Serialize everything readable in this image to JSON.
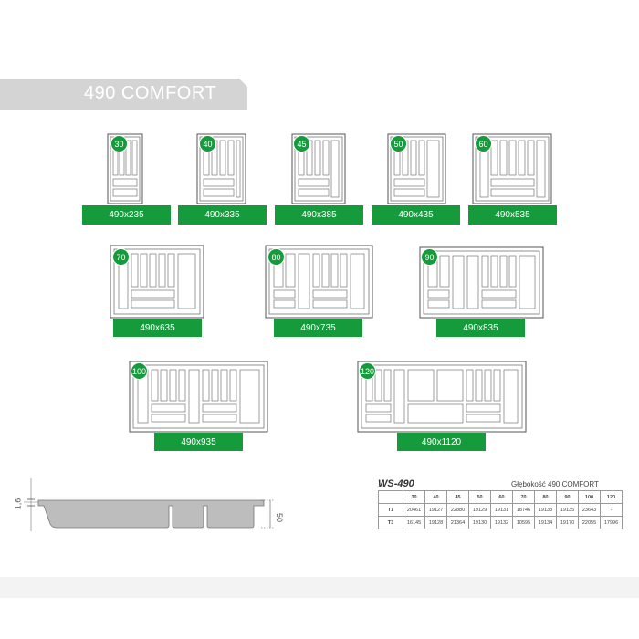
{
  "title": "490 COMFORT",
  "trays": [
    {
      "badge": "30",
      "size": "490x235"
    },
    {
      "badge": "40",
      "size": "490x335"
    },
    {
      "badge": "45",
      "size": "490x385"
    },
    {
      "badge": "50",
      "size": "490x435"
    },
    {
      "badge": "60",
      "size": "490x535"
    },
    {
      "badge": "70",
      "size": "490x635"
    },
    {
      "badge": "80",
      "size": "490x735"
    },
    {
      "badge": "90",
      "size": "490x835"
    },
    {
      "badge": "100",
      "size": "490x935"
    },
    {
      "badge": "120",
      "size": "490x1120"
    }
  ],
  "section": {
    "height_left": "1,6",
    "height_right": "50"
  },
  "spec": {
    "model": "WS-490",
    "depth": "Głębokość 490 COMFORT",
    "headers": [
      "",
      "30",
      "40",
      "45",
      "50",
      "60",
      "70",
      "80",
      "90",
      "100",
      "120"
    ],
    "rows": [
      [
        "T1",
        "20461",
        "19127",
        "22880",
        "19129",
        "19131",
        "18746",
        "19133",
        "19135",
        "23643",
        "-"
      ],
      [
        "T3",
        "16145",
        "19128",
        "21364",
        "19130",
        "19132",
        "10595",
        "19134",
        "19170",
        "22055",
        "17996"
      ]
    ]
  },
  "colors": {
    "accent": "#159a3c",
    "band": "#d4d4d4"
  }
}
